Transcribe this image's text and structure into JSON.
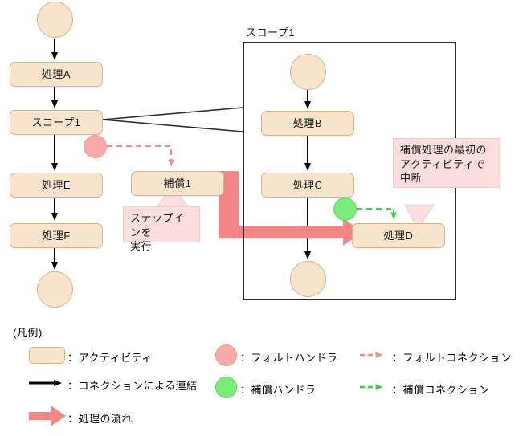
{
  "diagram": {
    "scope_label": "スコープ1",
    "left_flow": {
      "start_node": "start-circle",
      "nodes": [
        {
          "name": "process-a",
          "label": "処理A"
        },
        {
          "name": "scope-1",
          "label": "スコープ1"
        },
        {
          "name": "process-e",
          "label": "処理E"
        },
        {
          "name": "process-f",
          "label": "処理F"
        }
      ],
      "end_node": "end-circle"
    },
    "compensation": {
      "label": "補償1"
    },
    "scope_flow": {
      "start_node": "start-circle",
      "nodes": [
        {
          "name": "process-b",
          "label": "処理B"
        },
        {
          "name": "process-c",
          "label": "処理C"
        },
        {
          "name": "process-d",
          "label": "処理D"
        }
      ],
      "end_node": "end-circle"
    },
    "callouts": [
      {
        "name": "step-in-callout",
        "text": "ステップインを\n実行"
      },
      {
        "name": "break-callout",
        "text": "補償処理の最初の\nアクティビティで\n中断"
      }
    ]
  },
  "legend": {
    "title": "(凡例)",
    "items": [
      {
        "name": "legend-activity",
        "symbol": "activity-swatch",
        "text": "：アクティビティ"
      },
      {
        "name": "legend-connection",
        "symbol": "black-arrow",
        "text": "：コネクションによる連結"
      },
      {
        "name": "legend-process-flow",
        "symbol": "thick-pink-arrow",
        "text": "：処理の流れ"
      },
      {
        "name": "legend-fault-handler",
        "symbol": "pink-circle",
        "text": "：フォルトハンドラ"
      },
      {
        "name": "legend-comp-handler",
        "symbol": "green-circle",
        "text": "：補償ハンドラ"
      },
      {
        "name": "legend-fault-connection",
        "symbol": "pink-dashed-arrow",
        "text": "：フォルトコネクション"
      },
      {
        "name": "legend-comp-connection",
        "symbol": "green-dashed-arrow",
        "text": "：補償コネクション"
      }
    ]
  },
  "colors": {
    "activity_fill": "#f8e3cd",
    "activity_stroke": "#d9b48f",
    "fault_handler": "#f9a8a8",
    "compensation_handler": "#7aec7a",
    "flow_arrow": "#f28585",
    "callout_fill": "#fcdede",
    "scope_stroke": "#2b2b2b",
    "connection_stroke": "#000000"
  }
}
